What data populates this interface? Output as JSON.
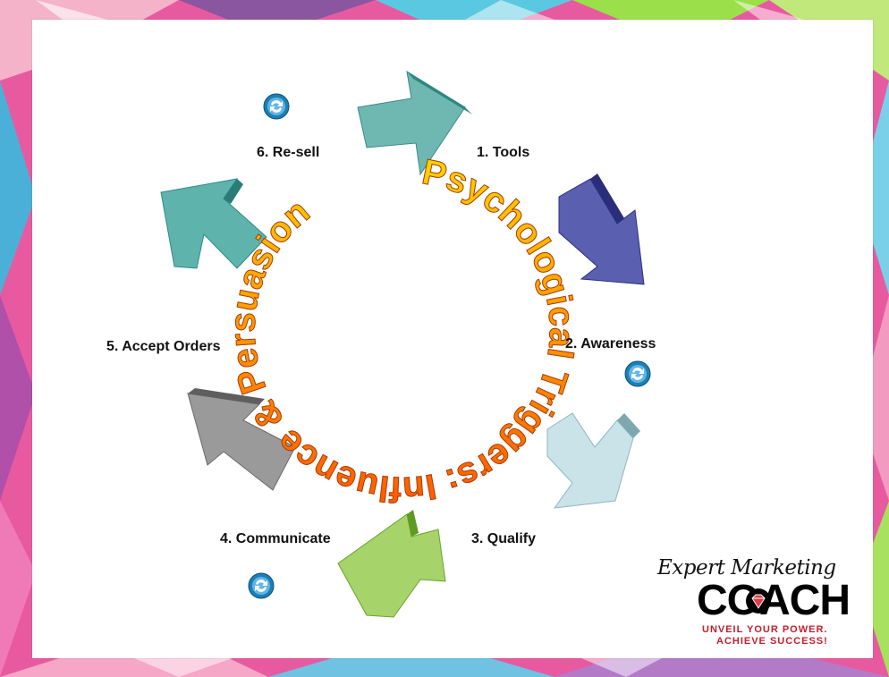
{
  "diagram": {
    "steps": [
      {
        "label": "1. Tools",
        "arrow_color": "#4fa8a8"
      },
      {
        "label": "2. Awareness",
        "arrow_color": "#3a3f8f"
      },
      {
        "label": "3. Qualify",
        "arrow_color": "#a9cfd6"
      },
      {
        "label": "4. Communicate",
        "arrow_color": "#8dc63f"
      },
      {
        "label": "5. Accept Orders",
        "arrow_color": "#8c8c8c"
      },
      {
        "label": "6. Re-sell",
        "arrow_color": "#2e9a96"
      }
    ],
    "spiral_text": "Psychological Triggers: Influence & Persuasion"
  },
  "logo": {
    "script": "Expert Marketing",
    "brand": "COACH",
    "tagline_1": "UNVEIL YOUR POWER.",
    "tagline_2": "ACHIEVE SUCCESS!"
  },
  "colors": {
    "spiral_top": "#ffd400",
    "spiral_bottom": "#ff5a00",
    "icon": "#1e7fb5",
    "logo_red": "#c41e2c"
  },
  "icons": [
    "refresh-cycle-icon",
    "diamond-icon"
  ]
}
